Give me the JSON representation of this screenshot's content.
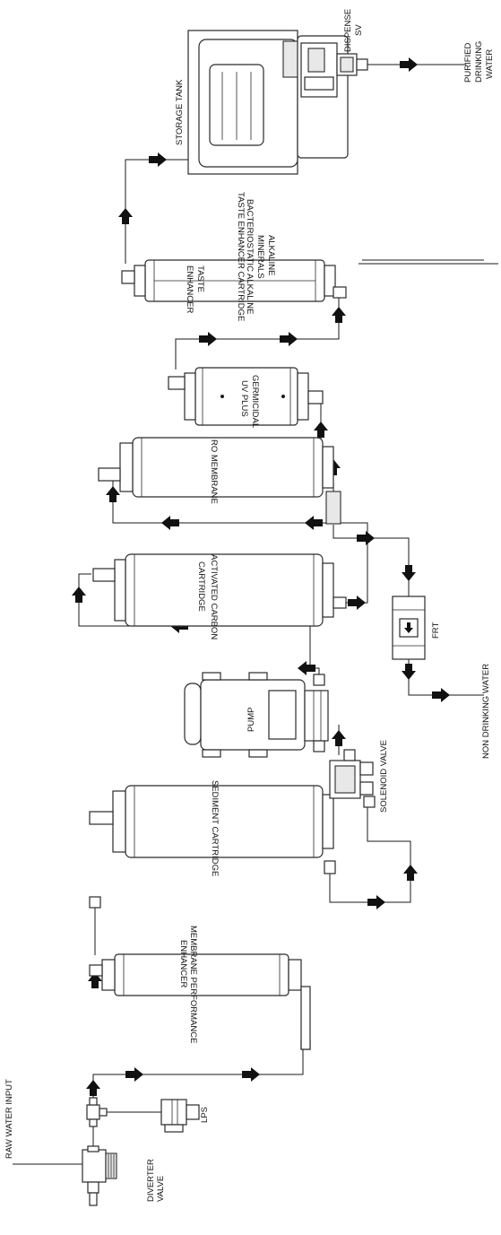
{
  "diagram": {
    "labels": {
      "raw_water_input": "RAW WATER INPUT",
      "diverter_valve_line1": "DIVERTER",
      "diverter_valve_line2": "VALVE",
      "lps": "LPS",
      "membrane_enhancer_line1": "MEMBRANE PERFORMANCE",
      "membrane_enhancer_line2": "ENHANCER",
      "sediment_cartridge": "SEDIMENT CARTRIDGE",
      "solenoid_valve": "SOLENOID VALVE",
      "pump": "PUMP",
      "carbon_line1": "ACTIVATED CARBON",
      "carbon_line2": "CARTRIDGE",
      "frt": "FRT",
      "non_drinking_water": "NON DRINKING WATER",
      "ro_membrane": "RO MEMBRANE",
      "uv_line1": "GERMICIDAL",
      "uv_line2": "UV PLUS",
      "alkaline_line1": "ALKALINE",
      "alkaline_line2": "MINERALS",
      "taste_line1": "TASTE",
      "taste_line2": "ENHANCER",
      "bact_line1": "BACTERIOSTATIC ALKALINE",
      "bact_line2": "TASTE ENHANCER CARTRIDGE",
      "storage_tank": "STORAGE TANK",
      "dispense_line1": "DISPENSE",
      "dispense_line2": "SV",
      "purified_line1": "PURIFIED",
      "purified_line2": "DRINKING",
      "purified_line3": "WATER"
    }
  }
}
